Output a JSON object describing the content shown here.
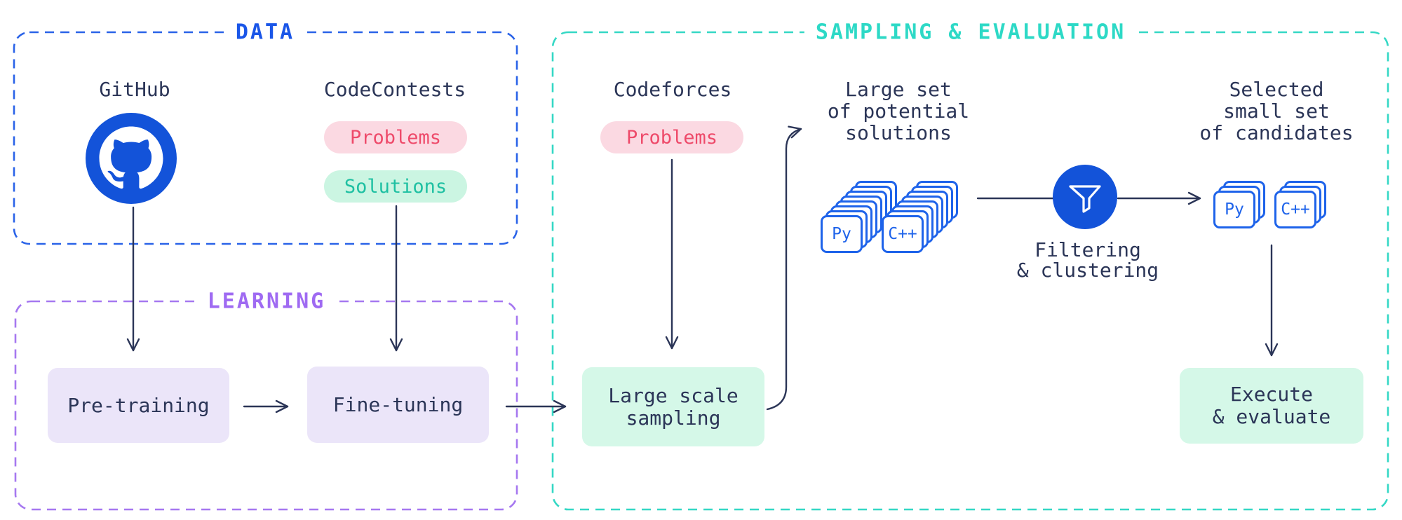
{
  "groups": {
    "data": {
      "title": "DATA"
    },
    "learning": {
      "title": "LEARNING"
    },
    "sampling": {
      "title": "SAMPLING & EVALUATION"
    }
  },
  "labels": {
    "github": "GitHub",
    "codecontests": "CodeContests",
    "codeforces": "Codeforces",
    "large_set": {
      "lines": [
        "Large set",
        "of potential",
        "solutions"
      ]
    },
    "selected_set": {
      "lines": [
        "Selected",
        "small set",
        "of candidates"
      ]
    },
    "filtering": {
      "lines": [
        "Filtering",
        "& clustering"
      ]
    }
  },
  "badges": {
    "codecontests_problems": "Problems",
    "codecontests_solutions": "Solutions",
    "codeforces_problems": "Problems"
  },
  "process_boxes": {
    "pretraining": "Pre-training",
    "finetuning": "Fine-tuning",
    "large_scale_sampling": {
      "lines": [
        "Large scale",
        "sampling"
      ]
    },
    "execute_evaluate": {
      "lines": [
        "Execute",
        "& evaluate"
      ]
    }
  },
  "stacks": {
    "large_py": {
      "label": "Py",
      "count": 8
    },
    "large_cpp": {
      "label": "C++",
      "count": 8
    },
    "selected_py": {
      "label": "Py",
      "count": 3
    },
    "selected_cpp": {
      "label": "C++",
      "count": 3
    }
  },
  "icons": {
    "github": "github-octocat-icon",
    "filter": "funnel-icon"
  },
  "colors": {
    "navy_text": "#2b3557",
    "blue_primary": "#1353d9",
    "blue_border": "#2a63e8",
    "blue_card": "#1e63ea",
    "purple_accent": "#9f6af2",
    "teal_accent": "#2dd9c6",
    "pink_badge_bg": "#fbd9e2",
    "pink_badge_text": "#ee4a6a",
    "mint_badge_bg": "#cbf5e2",
    "mint_badge_text": "#1ec0a2",
    "green_box_bg": "#d5f8e8",
    "lavender_box_bg": "#ebe5f9"
  }
}
